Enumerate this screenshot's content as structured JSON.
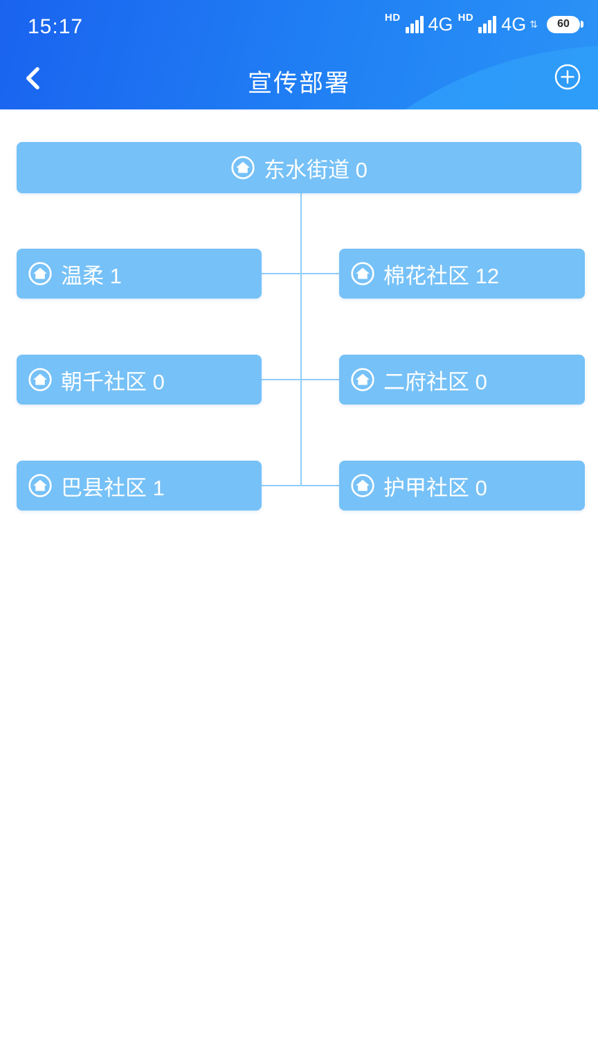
{
  "status_bar": {
    "time": "15:17",
    "hd1": "HD",
    "network1": "4G",
    "hd2": "HD",
    "network2": "4G",
    "data_arrows": "⇅",
    "battery_percent": "60"
  },
  "header": {
    "title": "宣传部署"
  },
  "tree": {
    "root": {
      "label": "东水街道 0"
    },
    "nodes": [
      {
        "label": "温柔 1"
      },
      {
        "label": "棉花社区 12"
      },
      {
        "label": "朝千社区 0"
      },
      {
        "label": "二府社区 0"
      },
      {
        "label": "巴县社区 1"
      },
      {
        "label": "护甲社区 0"
      }
    ]
  },
  "colors": {
    "header_blue_start": "#1a63ef",
    "header_blue_end": "#2f9ef9",
    "node_bg": "#76c1f7",
    "connector": "#8ecdf9"
  }
}
